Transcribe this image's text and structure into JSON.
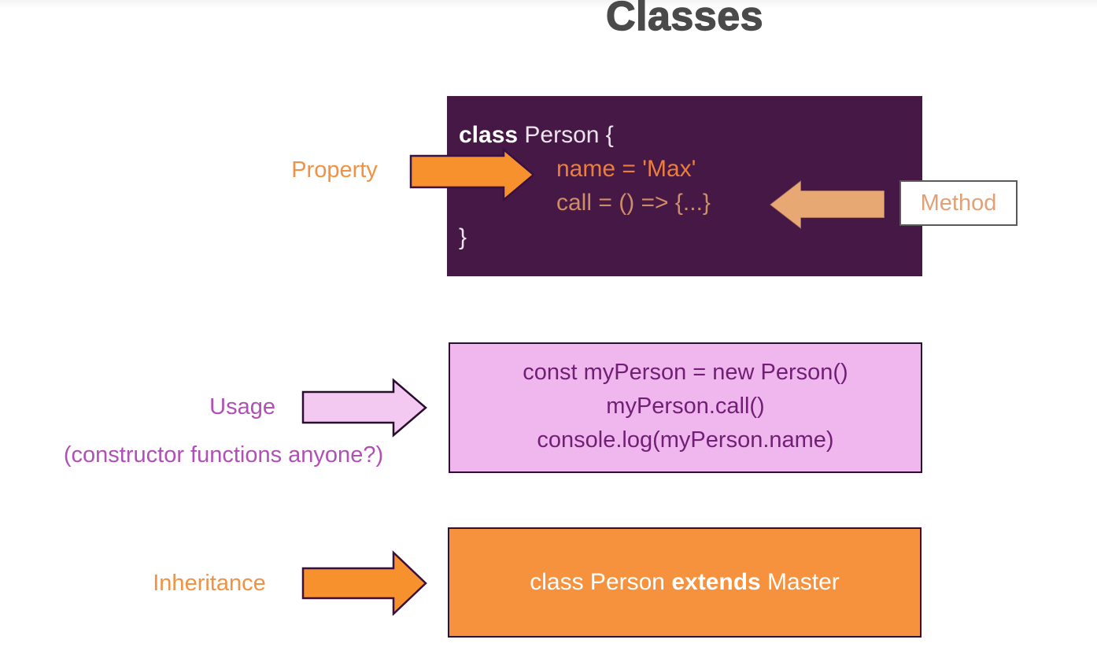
{
  "title": "Classes",
  "colors": {
    "title_text": "#4A4A4A",
    "purple_box_bg": "#451845",
    "orange_arrow": "#F7912D",
    "tan_arrow": "#E8A873",
    "pink_arrow": "#F3C9F1",
    "pink_box_bg": "#F0B7EE",
    "orange_box_bg": "#F6913E",
    "magenta_text": "#B14FB8",
    "orange_label_text": "#EF9245",
    "property_code_text": "#EC7E3B",
    "method_code_text": "#CD8D66",
    "usage_code_text": "#701F75",
    "method_label_text": "#E2A077"
  },
  "class_box": {
    "keyword": "class",
    "line1_rest": " Person {",
    "property_line": "name = 'Max'",
    "method_line": "call = () => {...}",
    "closing_brace": "}"
  },
  "labels": {
    "property": "Property",
    "method": "Method",
    "usage": "Usage",
    "usage_note": "(constructor functions anyone?)",
    "inheritance": "Inheritance"
  },
  "usage_box": {
    "lines": [
      "const myPerson = new Person()",
      "myPerson.call()",
      "console.log(myPerson.name)"
    ]
  },
  "inheritance_box": {
    "pre": "class Person ",
    "keyword": "extends",
    "post": " Master"
  }
}
